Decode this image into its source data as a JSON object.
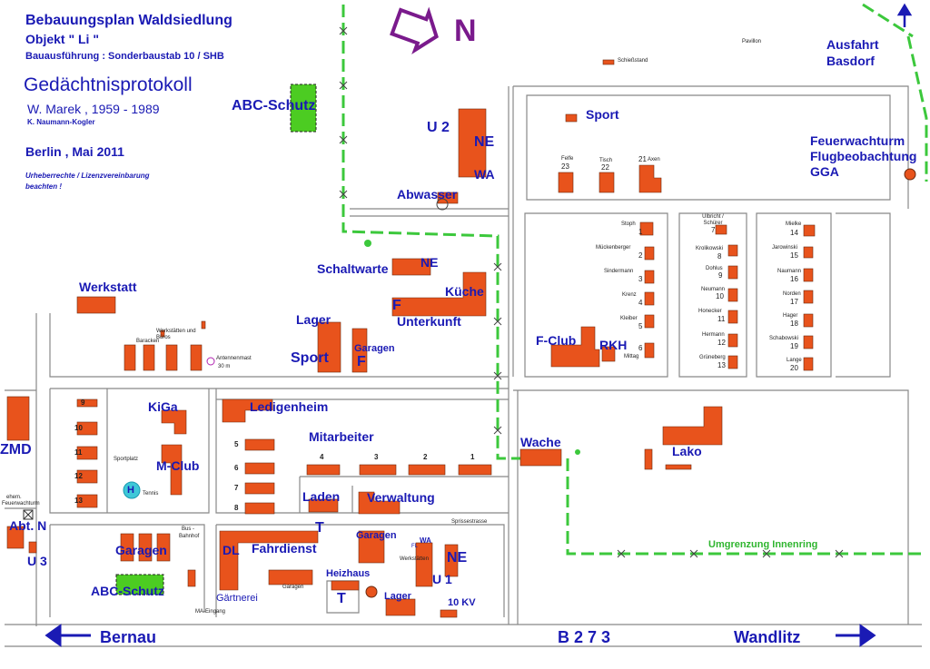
{
  "header": {
    "title1": "Bebauungsplan Waldsiedlung",
    "title2": "Objekt  \" Li \"",
    "title3": "Bauausführung : Sonderbaustab 10 / SHB",
    "protocol": "Gedächtnisprotokoll",
    "author1": "W. Marek ,  1959 - 1989",
    "author2": "K. Naumann-Kogler",
    "place_date": "Berlin ,  Mai  2011",
    "copyright1": "Urheberrechte / Lizenzvereinbarung",
    "copyright2": "beachten !"
  },
  "compass": {
    "label": "N"
  },
  "labels": {
    "abc_top": "ABC-Schutz",
    "u2": "U 2",
    "ne_top": "NE",
    "wa_top": "WA",
    "abwasser": "Abwasser",
    "pavillon": "Pavillon",
    "schiessstand": "Schießstand",
    "ausfahrt1": "Ausfahrt",
    "ausfahrt2": "Basdorf",
    "sport_top": "Sport",
    "feuer1": "Feuerwachturm",
    "feuer2": "Flugbeobachtung",
    "feuer3": "GGA",
    "schaltwarte": "Schaltwarte",
    "ne_mid": "NE",
    "kueche": "Küche",
    "f_mid": "F",
    "unterkunft": "Unterkunft",
    "werkstatt": "Werkstatt",
    "lager_mid": "Lager",
    "sport_mid": "Sport",
    "garagen_mid": "Garagen",
    "f_garagen": "F",
    "werkstaetten": "Werkstätten und Büros",
    "baracken": "Baracken",
    "antennenmast1": "Antennenmast",
    "antennenmast2": "30 m",
    "fclub": "F-Club",
    "rkh": "RKH",
    "kiga": "KiGa",
    "ledigenheim": "Ledigenheim",
    "mitarbeiter": "Mitarbeiter",
    "wache": "Wache",
    "lako": "Lako",
    "zmd": "ZMD",
    "sportplatz": "Sportplatz",
    "mclub": "M-Club",
    "heli": "H",
    "tennis": "Tennis",
    "laden": "Laden",
    "verwaltung": "Verwaltung",
    "t_mid": "T",
    "feuerwachturm_old1": "ehem.",
    "feuerwachturm_old2": "Feuerwachturm",
    "abt_n": "Abt. N",
    "u3": "U 3",
    "garagen_left": "Garagen",
    "busbahnhof1": "Bus -",
    "busbahnhof2": "Bahnhof",
    "dl": "DL",
    "fahrdienst": "Fahrdienst",
    "garagen_small": "Garagen",
    "garagen_right": "Garagen",
    "fl": "FL",
    "wa_low": "WA",
    "werkstaetten_low": "Werkstätten",
    "ne_low": "NE",
    "u1": "U 1",
    "heizhaus": "Heizhaus",
    "t_low": "T",
    "lager_low": "Lager",
    "kv10": "10 KV",
    "abc_low": "ABC-Schutz",
    "gaertnerei": "Gärtnerei",
    "ma_eingang": "MA-Eingang",
    "sprisse": "Sprissestrasse",
    "umgrenzung": "Umgrenzung Innenring",
    "bernau": "Bernau",
    "b273": "B  2 7 3",
    "wandlitz": "Wandlitz"
  },
  "houses_top": [
    {
      "name": "Felfe",
      "num": "23"
    },
    {
      "name": "Tisch",
      "num": "22"
    },
    {
      "name": "Axen",
      "num": "21"
    }
  ],
  "houses_col1": [
    {
      "name": "Stoph",
      "num": "1"
    },
    {
      "name": "Mückenberger",
      "num": "2"
    },
    {
      "name": "Sindermann",
      "num": "3"
    },
    {
      "name": "Krenz",
      "num": "4"
    },
    {
      "name": "Kleiber",
      "num": "5"
    },
    {
      "name": "Mittag",
      "num": "6"
    }
  ],
  "houses_col2": [
    {
      "name": "Ulbricht / Schürer",
      "num": "7"
    },
    {
      "name": "Krolikowski",
      "num": "8"
    },
    {
      "name": "Dohlus",
      "num": "9"
    },
    {
      "name": "Neumann",
      "num": "10"
    },
    {
      "name": "Honecker",
      "num": "11"
    },
    {
      "name": "Hermann",
      "num": "12"
    },
    {
      "name": "Grüneberg",
      "num": "13"
    }
  ],
  "houses_col3": [
    {
      "name": "Mielke",
      "num": "14"
    },
    {
      "name": "Jarowinski",
      "num": "15"
    },
    {
      "name": "Naumann",
      "num": "16"
    },
    {
      "name": "Norden",
      "num": "17"
    },
    {
      "name": "Hager",
      "num": "18"
    },
    {
      "name": "Schabowski",
      "num": "19"
    },
    {
      "name": "Lange",
      "num": "20"
    }
  ],
  "numbers_left": [
    "9",
    "10",
    "11",
    "12",
    "13"
  ],
  "numbers_mid": [
    "5",
    "6",
    "7",
    "8"
  ],
  "numbers_mitarbeiter": [
    "4",
    "3",
    "2",
    "1"
  ],
  "colors": {
    "building": "#e8531c",
    "text": "#1a1ab4",
    "fence": "#3cc83c",
    "road": "#888888",
    "abc": "#4ccc22",
    "compass": "#7a1a8c"
  }
}
